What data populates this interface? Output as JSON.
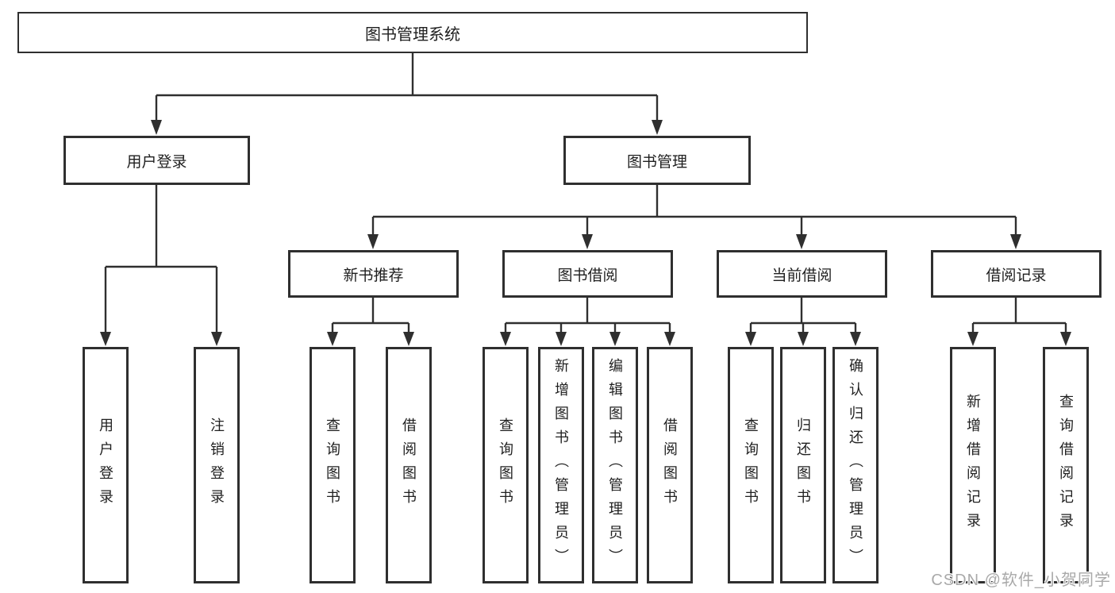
{
  "diagram": {
    "root": {
      "label": "图书管理系统"
    },
    "level2": [
      {
        "id": "user-login",
        "label": "用户登录"
      },
      {
        "id": "book-management",
        "label": "图书管理"
      }
    ],
    "level3": [
      {
        "id": "new-book-recommend",
        "label": "新书推荐",
        "parent": "book-management"
      },
      {
        "id": "book-borrow",
        "label": "图书借阅",
        "parent": "book-management"
      },
      {
        "id": "current-borrow",
        "label": "当前借阅",
        "parent": "book-management"
      },
      {
        "id": "borrow-records",
        "label": "借阅记录",
        "parent": "book-management"
      }
    ],
    "leaves": [
      {
        "label": "用户登录",
        "parent": "user-login"
      },
      {
        "label": "注销登录",
        "parent": "user-login"
      },
      {
        "label": "查询图书",
        "parent": "new-book-recommend"
      },
      {
        "label": "借阅图书",
        "parent": "new-book-recommend"
      },
      {
        "label": "查询图书",
        "parent": "book-borrow"
      },
      {
        "label": "新增图书（管理员）",
        "parent": "book-borrow"
      },
      {
        "label": "编辑图书（管理员）",
        "parent": "book-borrow"
      },
      {
        "label": "借阅图书",
        "parent": "book-borrow"
      },
      {
        "label": "查询图书",
        "parent": "current-borrow"
      },
      {
        "label": "归还图书",
        "parent": "current-borrow"
      },
      {
        "label": "确认归还（管理员）",
        "parent": "current-borrow"
      },
      {
        "label": "新增借阅记录",
        "parent": "borrow-records"
      },
      {
        "label": "查询借阅记录",
        "parent": "borrow-records"
      }
    ]
  },
  "watermark": {
    "text": "CSDN @软件_小贺同学"
  },
  "colors": {
    "line": "#2f2f2f",
    "text": "#1f1f1f",
    "background": "#ffffff",
    "watermark": "#a9a9a9"
  }
}
